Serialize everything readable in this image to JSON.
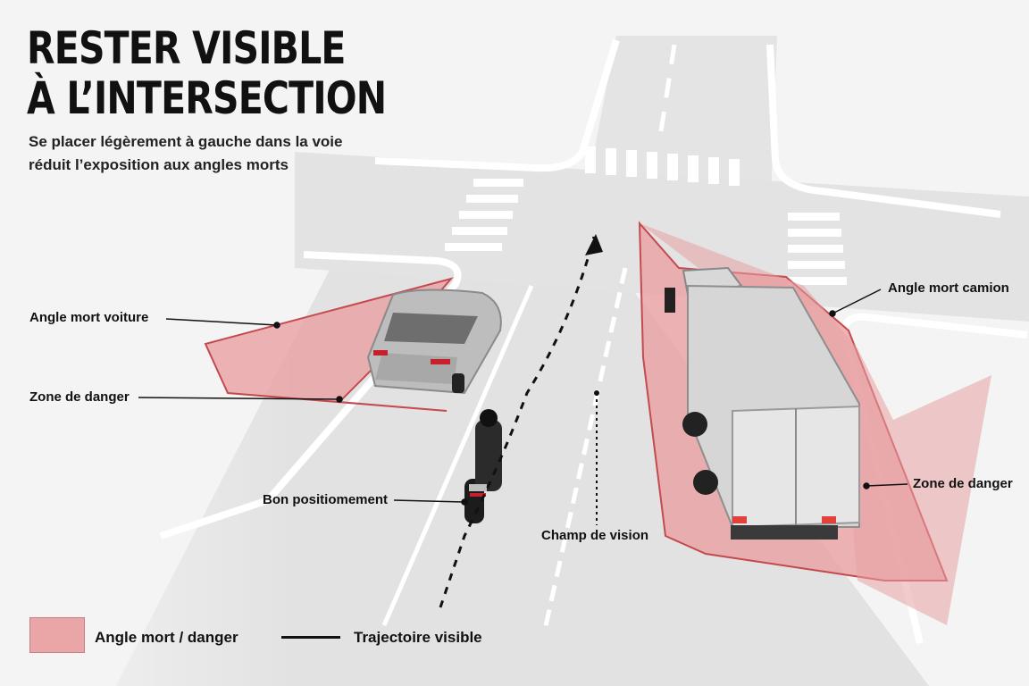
{
  "header": {
    "title": "RESTER VISIBLE\nÀ L’INTERSECTION",
    "subtitle": "Se placer légèrement à gauche dans la voie\nréduit l’exposition aux angles morts"
  },
  "labels": {
    "car_blind_spot": "Angle mort voiture",
    "car_danger_zone": "Zone de danger",
    "truck_blind_spot": "Angle mort camion",
    "truck_danger_zone": "Zone de danger",
    "good_position": "Bon positiomement",
    "field_of_view": "Champ de vision"
  },
  "legend": {
    "danger": "Angle mort / danger",
    "trajectory": "Trajectoire visible"
  },
  "colors": {
    "danger_fill": "#e8a0a2",
    "danger_edge": "#c44a4f",
    "road": "#e4e4e4",
    "text": "#111111"
  },
  "icons": {
    "car": "car-icon",
    "truck": "truck-icon",
    "motorcycle": "motorcycle-icon"
  }
}
